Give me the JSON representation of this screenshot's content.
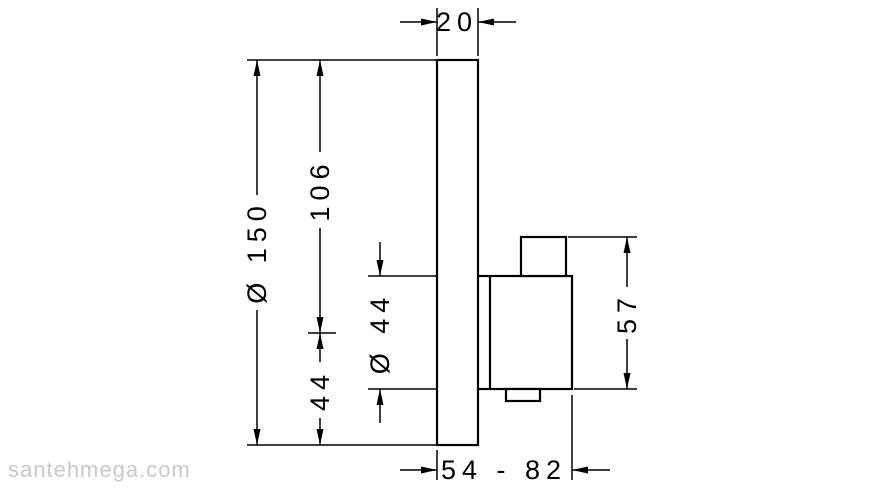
{
  "diagram": {
    "labels": {
      "plate_thickness": "20",
      "plate_diameter": "Ø 150",
      "top_to_handle_center": "106",
      "handle_center_to_bottom": "44",
      "handle_diameter": "Ø 44",
      "handle_height": "57",
      "depth_range": "54 - 82"
    },
    "watermark": "santehmega.com",
    "colors": {
      "line": "#000000",
      "watermark": "#c9c9c9",
      "background": "#ffffff"
    }
  }
}
